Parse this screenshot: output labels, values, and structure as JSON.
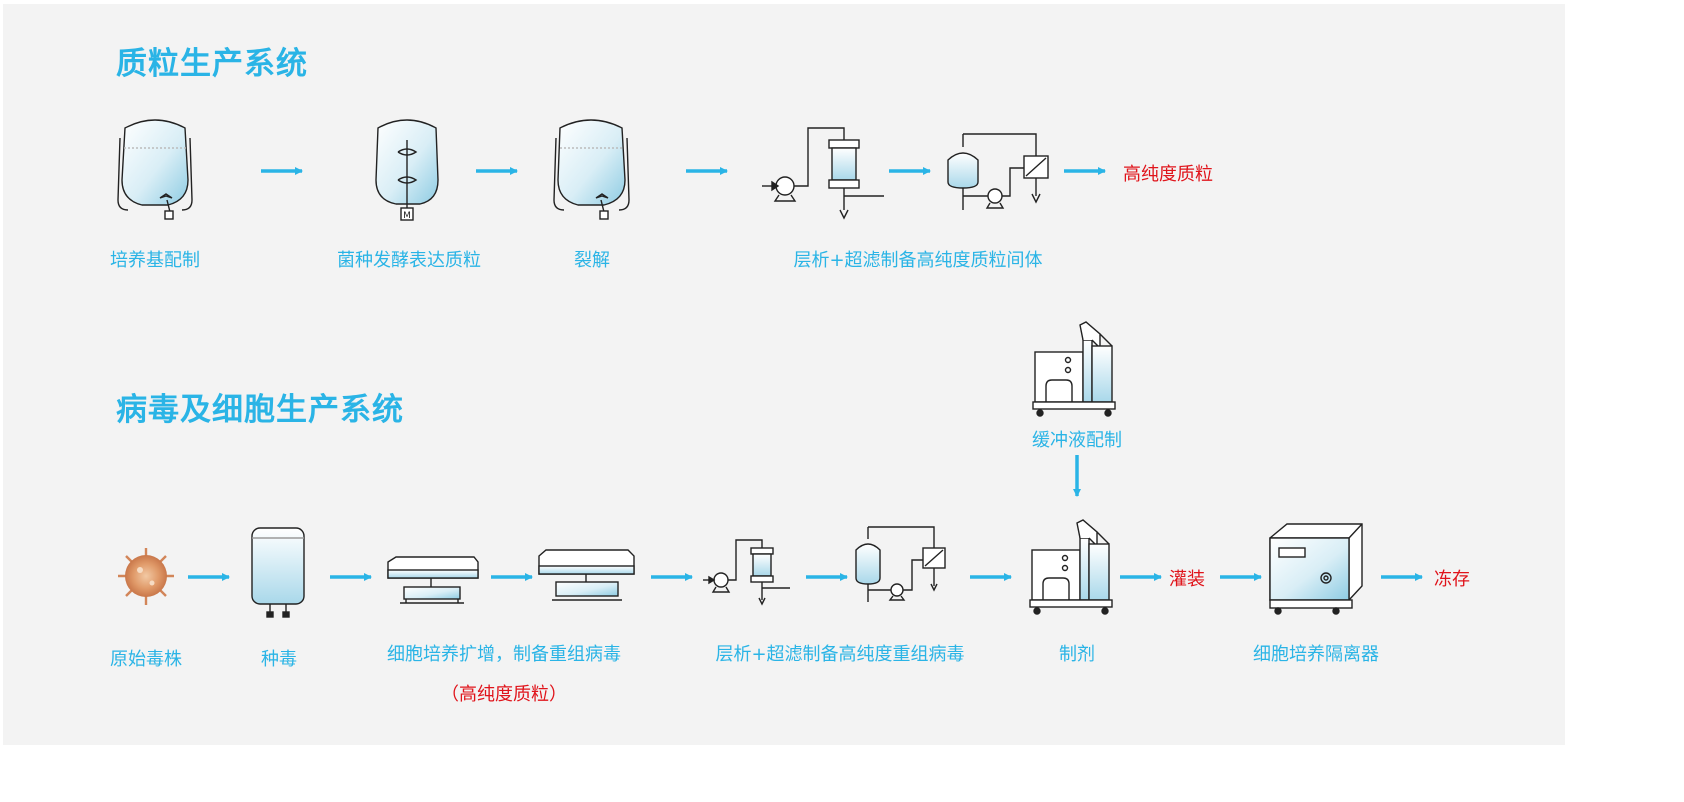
{
  "colors": {
    "accent": "#2ab4e6",
    "highlight": "#e0141b",
    "background": "#f3f3f3"
  },
  "plasmid": {
    "title": "质粒生产系统",
    "steps": [
      "培养基配制",
      "菌种发酵表达质粒",
      "裂解",
      "层析+超滤制备高纯度质粒间体"
    ],
    "product": "高纯度质粒"
  },
  "virus": {
    "title": "病毒及细胞生产系统",
    "steps": [
      "原始毒株",
      "种毒",
      "细胞培养扩增，制备重组病毒",
      "层析+超滤制备高纯度重组病毒",
      "制剂",
      "细胞培养隔离器"
    ],
    "note": "（高纯度质粒）",
    "buffer": "缓冲液配制",
    "filling": "灌装",
    "storage": "冻存"
  }
}
